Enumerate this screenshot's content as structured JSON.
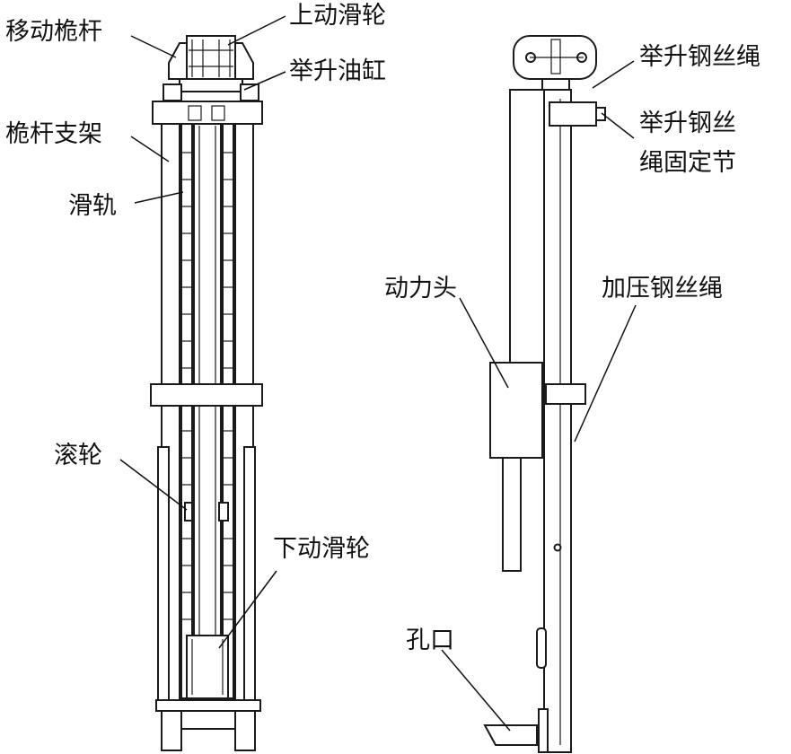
{
  "labels": {
    "mast_mobile": "移动桅杆",
    "upper_pulley": "上动滑轮",
    "lift_cylinder": "举升油缸",
    "mast_bracket": "桅杆支架",
    "slide_rail": "滑轨",
    "roller": "滚轮",
    "lower_pulley": "下动滑轮",
    "lift_wire_rope": "举升钢丝绳",
    "lift_rope_fix_line1": "举升钢丝",
    "lift_rope_fix_line2": "绳固定节",
    "power_head": "动力头",
    "press_wire_rope": "加压钢丝绳",
    "hole_mouth": "孔口"
  }
}
